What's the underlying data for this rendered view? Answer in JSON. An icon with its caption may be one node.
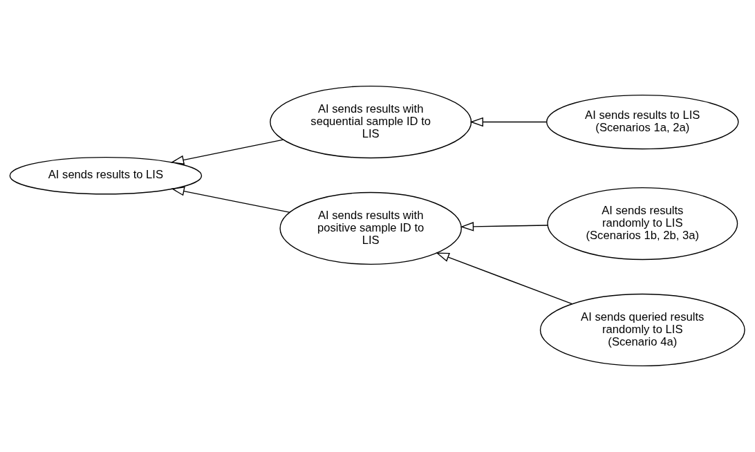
{
  "diagram": {
    "nodes": [
      {
        "text": [
          "AI sends results to LIS"
        ]
      },
      {
        "text": [
          "AI sends results with sequential sample ID to LIS"
        ]
      },
      {
        "text": [
          "AI sends results to LIS (Scenarios 1a, 2a)"
        ]
      },
      {
        "text": [
          "AI sends results with positive sample ID to LIS"
        ]
      },
      {
        "text": [
          "AI sends results randomly to LIS (Scenarios 1b, 2b, 3a)"
        ]
      },
      {
        "text": [
          "AI sends queried results randomly to LIS (Scenario 4a)"
        ]
      }
    ],
    "edges": [
      {
        "from": 1,
        "to": 0,
        "arrow": "to"
      },
      {
        "from": 2,
        "to": 1,
        "arrow": "to"
      },
      {
        "from": 3,
        "to": 0,
        "arrow": "to"
      },
      {
        "from": 4,
        "to": 3,
        "arrow": "to"
      },
      {
        "from": 5,
        "to": 3,
        "arrow": "to"
      }
    ]
  }
}
